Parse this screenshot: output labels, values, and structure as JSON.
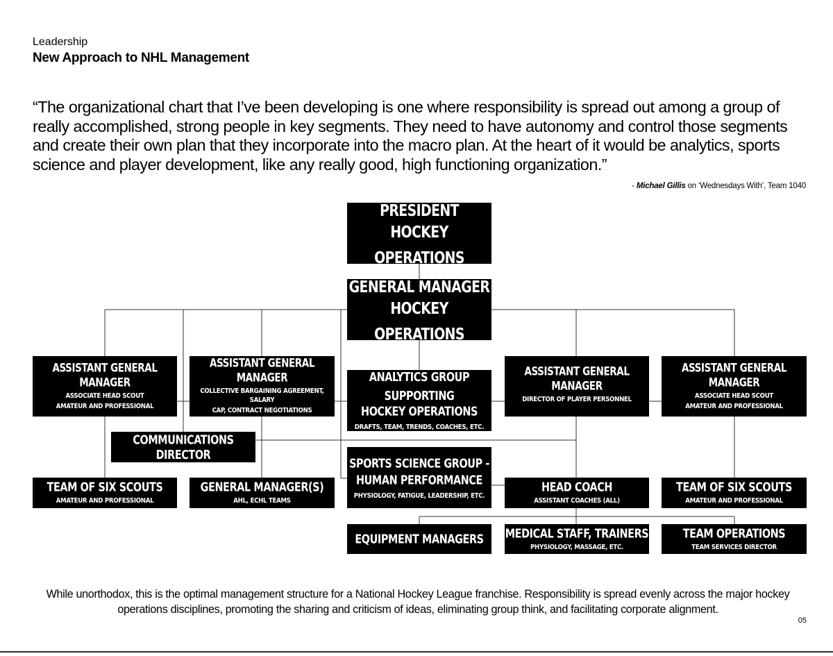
{
  "header": {
    "section": "Leadership",
    "title": "New Approach to NHL Management"
  },
  "quote": {
    "text": "“The organizational chart that I’ve been developing is one where responsibility is spread out among a group of really accomplished, strong people in key segments. They need to have autonomy and control those segments and create their own plan that they incorporate into the macro plan. At the heart of it would be analytics, sports science and player development, like any really good, high functioning organization.”",
    "dash": "- ",
    "author": "Michael Gillis",
    "source": " on ‘Wednesdays With’, Team 1040"
  },
  "org": {
    "president": {
      "title_line1": "PRESIDENT",
      "title_line2": "HOCKEY OPERATIONS"
    },
    "general_manager": {
      "title_line1": "GENERAL MANAGER",
      "title_line2": "HOCKEY OPERATIONS"
    },
    "agm_scout_left": {
      "title": "ASSISTANT GENERAL MANAGER",
      "sub1": "ASSOCIATE HEAD SCOUT",
      "sub2": "AMATEUR AND PROFESSIONAL"
    },
    "agm_cba": {
      "title": "ASSISTANT GENERAL MANAGER",
      "sub1": "COLLECTIVE BARGAINING AGREEMENT, SALARY",
      "sub2": "CAP, CONTRACT NEGOTIATIONS"
    },
    "analytics": {
      "title_line1": "ANALYTICS GROUP SUPPORTING",
      "title_line2": "HOCKEY OPERATIONS",
      "sub": "DRAFTS, TEAM, TRENDS, COACHES, ETC."
    },
    "agm_personnel": {
      "title": "ASSISTANT GENERAL MANAGER",
      "sub": "DIRECTOR OF PLAYER PERSONNEL"
    },
    "agm_scout_right": {
      "title": "ASSISTANT GENERAL MANAGER",
      "sub1": "ASSOCIATE HEAD SCOUT",
      "sub2": "AMATEUR AND PROFESSIONAL"
    },
    "communications": {
      "title": "COMMUNICATIONS DIRECTOR"
    },
    "scouts_left": {
      "title": "TEAM OF SIX SCOUTS",
      "sub": "AMATEUR AND PROFESSIONAL"
    },
    "gm_affiliates": {
      "title": "GENERAL MANAGER(S)",
      "sub": "AHL, ECHL TEAMS"
    },
    "sports_science": {
      "title_line1": "SPORTS SCIENCE GROUP -",
      "title_line2": "HUMAN PERFORMANCE",
      "sub": "PHYSIOLOGY, FATIGUE, LEADERSHIP, ETC."
    },
    "head_coach": {
      "title": "HEAD COACH",
      "sub": "ASSISTANT COACHES (ALL)"
    },
    "scouts_right": {
      "title": "TEAM OF SIX SCOUTS",
      "sub": "AMATEUR AND PROFESSIONAL"
    },
    "equipment": {
      "title": "EQUIPMENT MANAGERS"
    },
    "medical": {
      "title": "MEDICAL STAFF, TRAINERS",
      "sub": "PHYSIOLOGY, MASSAGE, ETC."
    },
    "team_ops": {
      "title": "TEAM OPERATIONS",
      "sub": "TEAM SERVICES DIRECTOR"
    }
  },
  "footer": {
    "text": "While unorthodox, this is the optimal management structure for a National Hockey League franchise. Responsibility is spread evenly across the major hockey operations disciplines, promoting the sharing and criticism of ideas, eliminating group think, and facilitating corporate alignment.",
    "page_number": "05"
  },
  "colors": {
    "box": "#000000",
    "text_on_box": "#ffffff",
    "connector": "#333333",
    "background": "#ffffff"
  }
}
